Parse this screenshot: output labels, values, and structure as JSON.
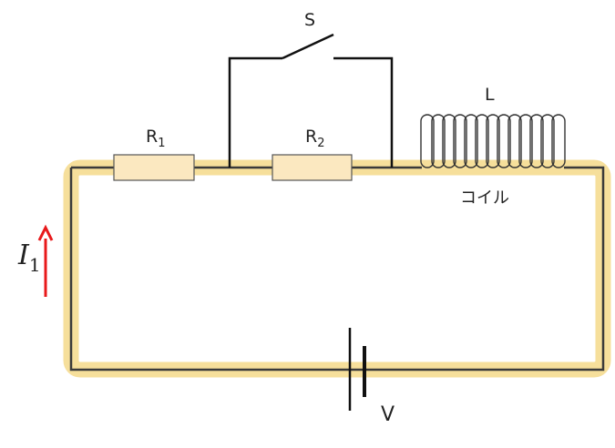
{
  "diagram": {
    "switch_label": "S",
    "resistor1": {
      "letter": "R",
      "subscript": "1"
    },
    "resistor2": {
      "letter": "R",
      "subscript": "2"
    },
    "inductor_label": "L",
    "coil_caption": "コイル",
    "battery_label": "V",
    "current": {
      "symbol": "I",
      "subscript": "1"
    }
  },
  "colors": {
    "wire": "#3a3a3a",
    "highlight": "#f5d98a",
    "resistor_fill": "#fbe8c0",
    "current_arrow": "#e8191b"
  }
}
